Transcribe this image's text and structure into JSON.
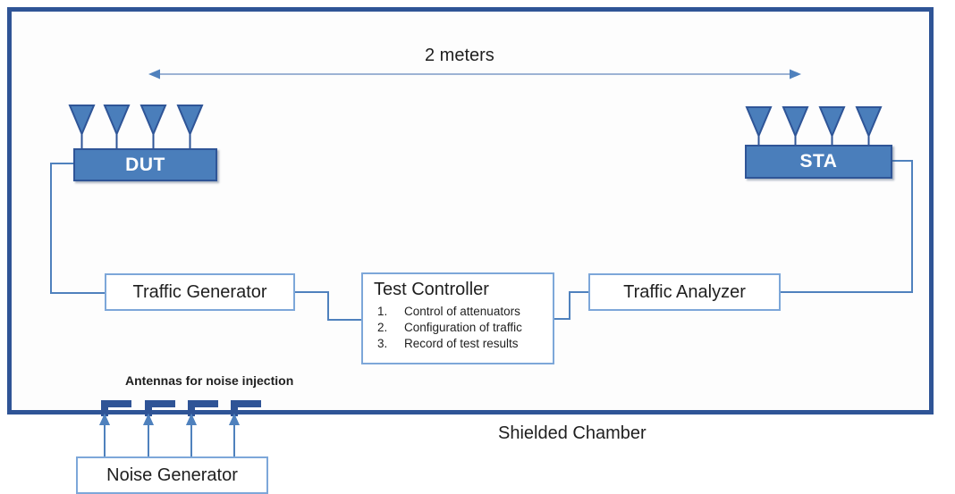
{
  "diagram": {
    "distance_label": "2 meters",
    "chamber_label": "Shielded Chamber",
    "noise_antennas_label": "Antennas for noise injection",
    "dut": {
      "label": "DUT",
      "antenna_count": 4
    },
    "sta": {
      "label": "STA",
      "antenna_count": 4
    },
    "traffic_generator": {
      "label": "Traffic Generator"
    },
    "traffic_analyzer": {
      "label": "Traffic Analyzer"
    },
    "noise_generator": {
      "label": "Noise Generator"
    },
    "test_controller": {
      "title": "Test Controller",
      "items": [
        {
          "num": "1.",
          "text": "Control of attenuators"
        },
        {
          "num": "2.",
          "text": "Configuration of traffic"
        },
        {
          "num": "3.",
          "text": "Record of test results"
        }
      ]
    },
    "colors": {
      "chamber_border": "#2f5496",
      "device_box_fill": "#4a7ebb",
      "device_box_border": "#2f5597",
      "white_box_border": "#7da7d9",
      "connector": "#4f81bd",
      "distance_line": "#9db3d4",
      "text": "#1f1f1f"
    }
  }
}
